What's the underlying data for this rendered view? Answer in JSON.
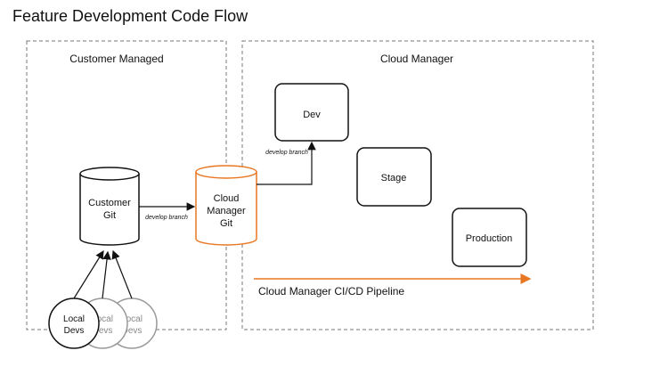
{
  "title": "Feature Development Code Flow",
  "regions": {
    "customer": {
      "label": "Customer Managed"
    },
    "cloud": {
      "label": "Cloud Manager"
    }
  },
  "nodes": {
    "customer_git": {
      "line1": "Customer",
      "line2": "Git"
    },
    "cloud_git": {
      "line1": "Cloud",
      "line2": "Manager",
      "line3": "Git"
    },
    "dev": {
      "label": "Dev"
    },
    "stage": {
      "label": "Stage"
    },
    "production": {
      "label": "Production"
    },
    "local_devs": [
      {
        "line1": "Local",
        "line2": "Devs"
      },
      {
        "line1": "Local",
        "line2": "Devs"
      },
      {
        "line1": "Local",
        "line2": "Devs"
      }
    ]
  },
  "edges": {
    "customer_to_cloud": "develop branch",
    "cloud_to_dev": "develop branch"
  },
  "pipeline": {
    "label": "Cloud Manager CI/CD Pipeline"
  },
  "colors": {
    "accent": "#e87722",
    "stroke": "#111111",
    "faded": "#9a9a9a",
    "dashed": "#777777"
  }
}
